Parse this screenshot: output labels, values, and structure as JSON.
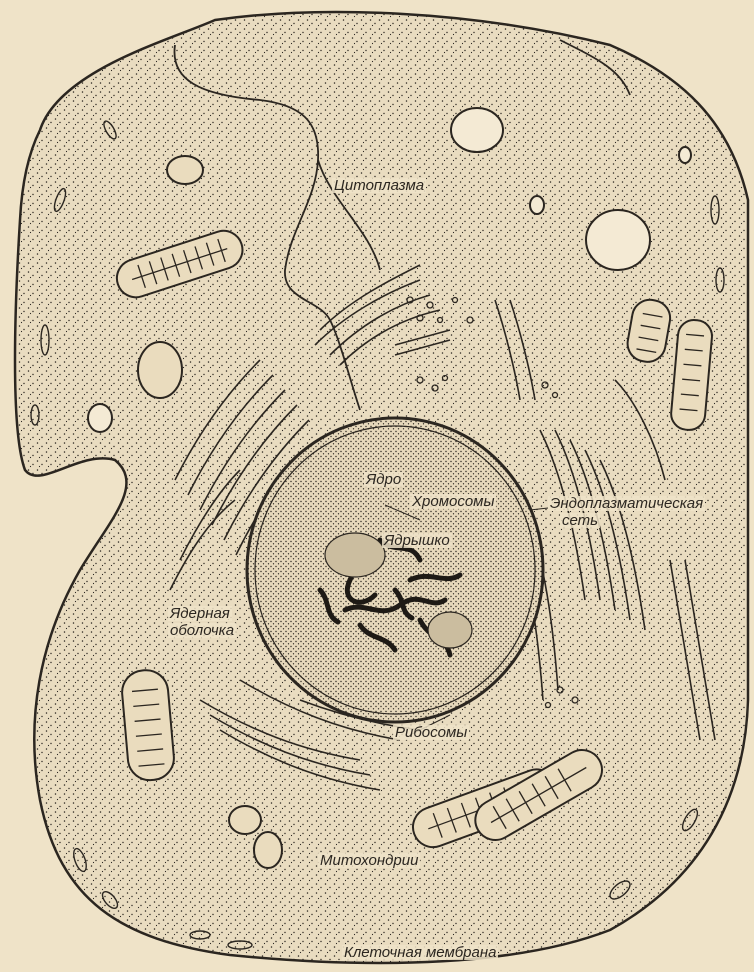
{
  "colors": {
    "paper": "#efe3c8",
    "cytoplasm": "#e9dcc0",
    "ink": "#2b2620",
    "nucleus": "#e6d8bb",
    "vacuole": "#f4ead4"
  },
  "labels": {
    "cytoplasm": "Цитоплазма",
    "nucleus": "Ядро",
    "chromosomes": "Хромосомы",
    "nucleolus": "Ядрышко",
    "er": "Эндоплазматическая",
    "er2": "сеть",
    "envelope": "Ядерная",
    "envelope2": "оболочка",
    "ribosomes": "Рибосомы",
    "mitochondria": "Митохондрии",
    "membrane": "Клеточная мембрана"
  }
}
